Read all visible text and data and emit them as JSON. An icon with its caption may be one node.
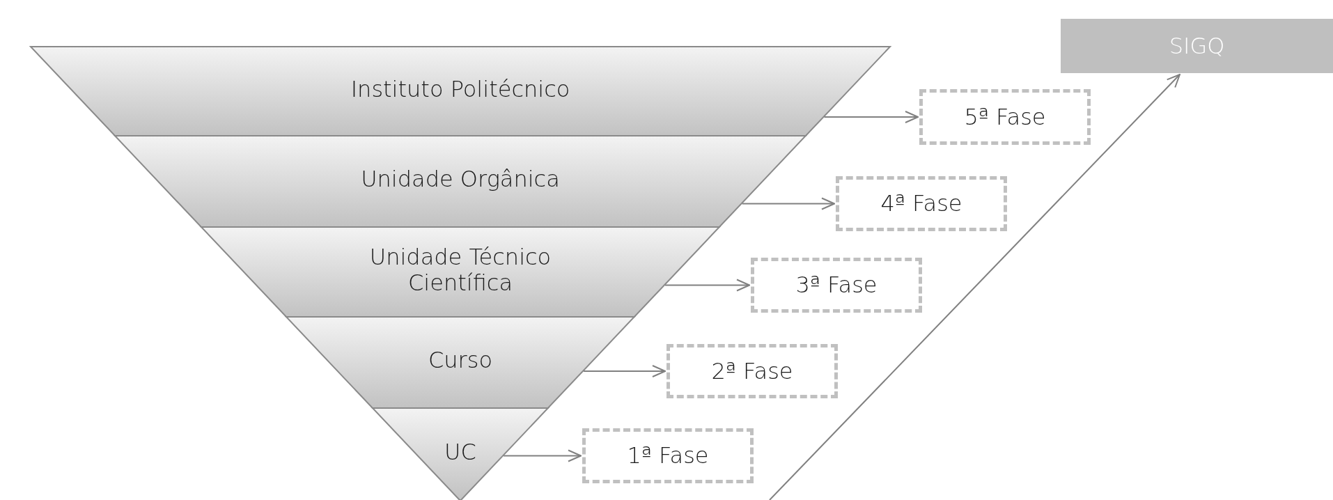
{
  "diagram": {
    "nodes": [
      {
        "text": [
          "Instituto Politécnico"
        ]
      },
      {
        "text": [
          "Unidade Orgânica"
        ]
      },
      {
        "text": [
          "Unidade Técnico Científica"
        ]
      },
      {
        "text": [
          "Curso"
        ]
      },
      {
        "text": [
          "UC"
        ]
      },
      {
        "text": [
          "5ª Fase"
        ]
      },
      {
        "text": [
          "4ª Fase"
        ]
      },
      {
        "text": [
          "3ª Fase"
        ]
      },
      {
        "text": [
          "2ª Fase"
        ]
      },
      {
        "text": [
          "1ª Fase"
        ]
      },
      {
        "text": [
          "SIGQ"
        ]
      }
    ],
    "edges": [
      {
        "from": 0,
        "to": 5,
        "arrow": "to"
      },
      {
        "from": 1,
        "to": 6,
        "arrow": "to"
      },
      {
        "from": 2,
        "to": 7,
        "arrow": "to"
      },
      {
        "from": 3,
        "to": 8,
        "arrow": "to"
      },
      {
        "from": 4,
        "to": 9,
        "arrow": "to"
      },
      {
        "from": null,
        "to": 10,
        "arrow": "to"
      }
    ]
  }
}
